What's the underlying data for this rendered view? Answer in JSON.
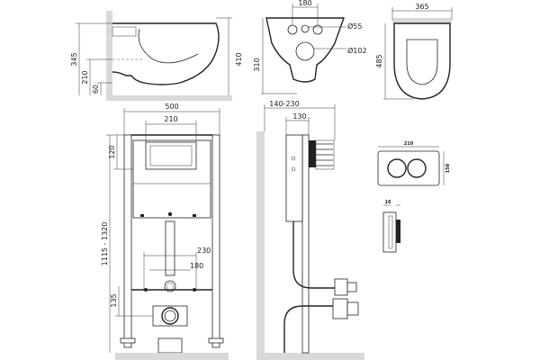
{
  "views": {
    "bowl_side": {
      "dims": [
        "345",
        "410",
        "210",
        "60"
      ]
    },
    "bowl_back": {
      "dims": [
        "180",
        "310",
        "Ø55",
        "Ø102"
      ]
    },
    "bowl_top": {
      "dims": [
        "365",
        "485"
      ]
    },
    "frame_front": {
      "dims": [
        "500",
        "210",
        "120",
        "1115 - 1320",
        "230",
        "180",
        "135"
      ]
    },
    "frame_side": {
      "dims": [
        "140-230",
        "130"
      ]
    },
    "flush_plate": {
      "dims": [
        "210",
        "158",
        "16"
      ]
    }
  }
}
